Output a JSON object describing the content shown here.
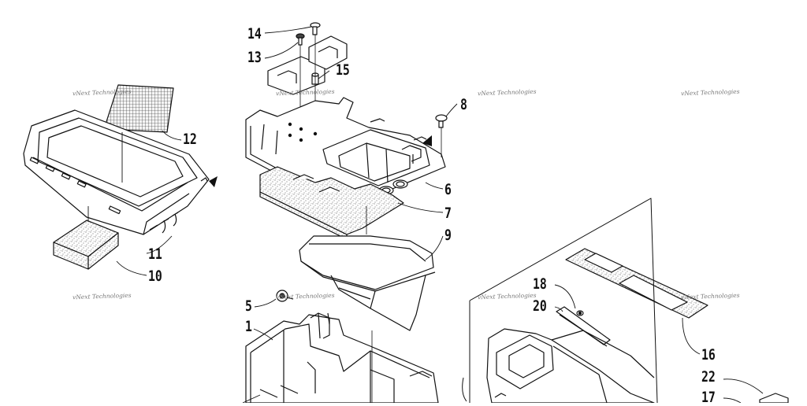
{
  "diagram": {
    "callouts": [
      "14",
      "13",
      "15",
      "8",
      "12",
      "6",
      "7",
      "9",
      "11",
      "10",
      "5",
      "1",
      "18",
      "20",
      "16",
      "22",
      "17"
    ],
    "watermark": "vNext Technologies"
  }
}
